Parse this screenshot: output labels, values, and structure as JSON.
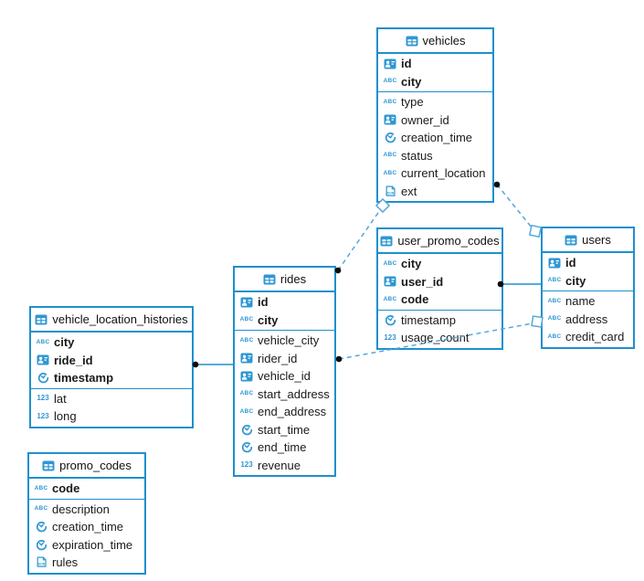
{
  "diagram": {
    "colors": {
      "table_border": "#1f8fce",
      "icon_blue": "#2e97d3",
      "dashed_relation": "#54a8da",
      "solid_relation": "#1f8fce",
      "text": "#1a1a1a",
      "marker_dot": "#0d0d0d",
      "marker_fill": "#ffffff"
    },
    "icon_types": {
      "table": "table-icon",
      "id": "id-badge-icon",
      "text": "abc-icon",
      "time": "clock-icon",
      "number": "123-icon",
      "json": "json-document-icon"
    },
    "tables": [
      {
        "id": "vehicles",
        "title": "vehicles",
        "primary_fields": [
          {
            "name": "id",
            "type": "id"
          },
          {
            "name": "city",
            "type": "text"
          }
        ],
        "fields": [
          {
            "name": "type",
            "type": "text"
          },
          {
            "name": "owner_id",
            "type": "id"
          },
          {
            "name": "creation_time",
            "type": "time"
          },
          {
            "name": "status",
            "type": "text"
          },
          {
            "name": "current_location",
            "type": "text"
          },
          {
            "name": "ext",
            "type": "json"
          }
        ]
      },
      {
        "id": "user_promo_codes",
        "title": "user_promo_codes",
        "primary_fields": [
          {
            "name": "city",
            "type": "text"
          },
          {
            "name": "user_id",
            "type": "id"
          },
          {
            "name": "code",
            "type": "text"
          }
        ],
        "fields": [
          {
            "name": "timestamp",
            "type": "time"
          },
          {
            "name": "usage_count",
            "type": "number"
          }
        ]
      },
      {
        "id": "users",
        "title": "users",
        "primary_fields": [
          {
            "name": "id",
            "type": "id"
          },
          {
            "name": "city",
            "type": "text"
          }
        ],
        "fields": [
          {
            "name": "name",
            "type": "text"
          },
          {
            "name": "address",
            "type": "text"
          },
          {
            "name": "credit_card",
            "type": "text"
          }
        ]
      },
      {
        "id": "rides",
        "title": "rides",
        "primary_fields": [
          {
            "name": "id",
            "type": "id"
          },
          {
            "name": "city",
            "type": "text"
          }
        ],
        "fields": [
          {
            "name": "vehicle_city",
            "type": "text"
          },
          {
            "name": "rider_id",
            "type": "id"
          },
          {
            "name": "vehicle_id",
            "type": "id"
          },
          {
            "name": "start_address",
            "type": "text"
          },
          {
            "name": "end_address",
            "type": "text"
          },
          {
            "name": "start_time",
            "type": "time"
          },
          {
            "name": "end_time",
            "type": "time"
          },
          {
            "name": "revenue",
            "type": "number"
          }
        ]
      },
      {
        "id": "vehicle_location_histories",
        "title": "vehicle_location_histories",
        "primary_fields": [
          {
            "name": "city",
            "type": "text"
          },
          {
            "name": "ride_id",
            "type": "id"
          },
          {
            "name": "timestamp",
            "type": "time"
          }
        ],
        "fields": [
          {
            "name": "lat",
            "type": "number"
          },
          {
            "name": "long",
            "type": "number"
          }
        ]
      },
      {
        "id": "promo_codes",
        "title": "promo_codes",
        "primary_fields": [
          {
            "name": "code",
            "type": "text"
          }
        ],
        "fields": [
          {
            "name": "description",
            "type": "text"
          },
          {
            "name": "creation_time",
            "type": "time"
          },
          {
            "name": "expiration_time",
            "type": "time"
          },
          {
            "name": "rules",
            "type": "json"
          }
        ]
      }
    ],
    "relations": [
      {
        "from": "rides",
        "to": "vehicles",
        "style": "dashed",
        "from_marker": "filled-dot",
        "to_marker": "open-diamond"
      },
      {
        "from": "vehicles",
        "to": "users",
        "style": "dashed",
        "from_marker": "filled-dot",
        "to_marker": "open-square"
      },
      {
        "from": "user_promo_codes",
        "to": "users",
        "style": "solid",
        "from_marker": "filled-dot",
        "to_marker": "none"
      },
      {
        "from": "rides",
        "to": "users",
        "style": "dashed",
        "from_marker": "filled-dot",
        "to_marker": "open-square"
      },
      {
        "from": "vehicle_location_histories",
        "to": "rides",
        "style": "solid",
        "from_marker": "filled-dot",
        "to_marker": "none"
      }
    ]
  }
}
